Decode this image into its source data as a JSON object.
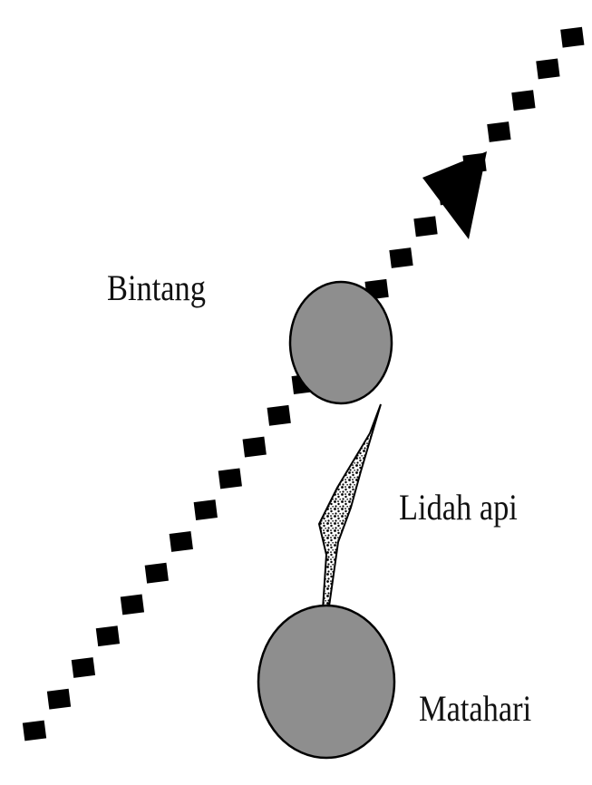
{
  "labels": {
    "star": "Bintang",
    "flare": "Lidah api",
    "sun": "Matahari"
  },
  "colors": {
    "body_fill": "#8e8e8e",
    "outline": "#000000",
    "background": "#ffffff"
  }
}
